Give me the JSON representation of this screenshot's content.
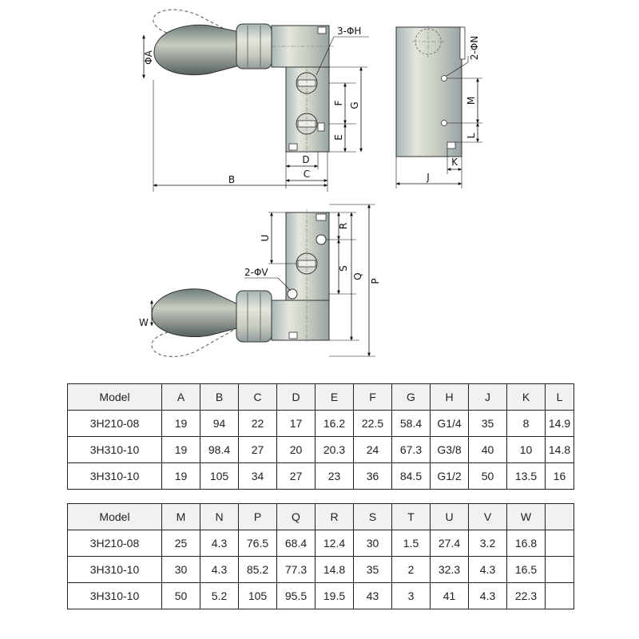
{
  "drawing": {
    "labels": {
      "A": "ΦA",
      "B": "B",
      "C": "C",
      "D": "D",
      "E": "E",
      "F": "F",
      "G": "G",
      "H": "3-ΦH",
      "J": "J",
      "K": "K",
      "L": "L",
      "M": "M",
      "N": "2-ΦN",
      "P": "P",
      "Q": "Q",
      "R": "R",
      "S": "S",
      "U": "U",
      "V": "2-ΦV",
      "W": "W"
    }
  },
  "table1": {
    "header": [
      "Model",
      "A",
      "B",
      "C",
      "D",
      "E",
      "F",
      "G",
      "H",
      "J",
      "K",
      "L"
    ],
    "rows": [
      [
        "3H210-08",
        "19",
        "94",
        "22",
        "17",
        "16.2",
        "22.5",
        "58.4",
        "G1/4",
        "35",
        "8",
        "14.9"
      ],
      [
        "3H310-10",
        "19",
        "98.4",
        "27",
        "20",
        "20.3",
        "24",
        "67.3",
        "G3/8",
        "40",
        "10",
        "14.8"
      ],
      [
        "3H310-10",
        "19",
        "105",
        "34",
        "27",
        "23",
        "36",
        "84.5",
        "G1/2",
        "50",
        "13.5",
        "16"
      ]
    ]
  },
  "table2": {
    "header": [
      "Model",
      "M",
      "N",
      "P",
      "Q",
      "R",
      "S",
      "T",
      "U",
      "V",
      "W",
      ""
    ],
    "rows": [
      [
        "3H210-08",
        "25",
        "4.3",
        "76.5",
        "68.4",
        "12.4",
        "30",
        "1.5",
        "27.4",
        "3.2",
        "16.8",
        ""
      ],
      [
        "3H310-10",
        "30",
        "4.3",
        "85.2",
        "77.3",
        "14.8",
        "35",
        "2",
        "32.3",
        "4.3",
        "16.5",
        ""
      ],
      [
        "3H310-10",
        "50",
        "5.2",
        "105",
        "95.5",
        "19.5",
        "43",
        "3",
        "41",
        "4.3",
        "22.3",
        ""
      ]
    ]
  }
}
